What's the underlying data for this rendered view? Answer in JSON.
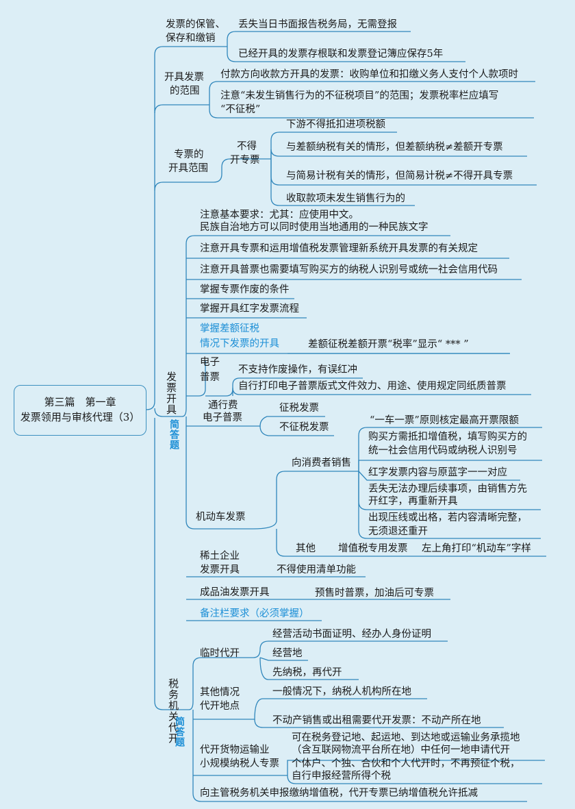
{
  "root": {
    "line1": "第三篇　第一章",
    "line2": "发票领用与审核代理（3）"
  },
  "n1": {
    "label": [
      "发票的保管、",
      "保存和缴销"
    ],
    "items": [
      "丢失当日书面报告税务局，无需登报",
      "已经开具的发票存根联和发票登记簿应保存5年"
    ]
  },
  "n2": {
    "label": [
      "开具发票",
      "的范围"
    ],
    "items": [
      "付款方向收款方开具的发票：收购单位和扣缴义务人支付个人款项时",
      "注意“未发生销售行为的不征税项目”的范围；发票税率栏应填写",
      "“不征税”"
    ]
  },
  "n3": {
    "label": [
      "专票的",
      "开具范围"
    ],
    "sub": [
      "不得",
      "开专票"
    ],
    "items": [
      "下游不得抵扣进项税额",
      "与差额纳税有关的情形，但差额纳税≠差额开专票",
      "与简易计税有关的情形，但简易计税≠不得开具专票",
      "收取款项未发生销售行为的"
    ]
  },
  "n4": {
    "label": "发票开具",
    "badge": "简答题",
    "req": [
      "注意基本要求：尤其：应使用中文。",
      "民族自治地方可以同时使用当地通用的一种民族文字"
    ],
    "i1": "注意开具专票和运用增值税发票管理新系统开具发票的有关规定",
    "i2": "注意开具普票也需要填写购买方的纳税人识别号或统一社会信用代码",
    "i3": "掌握专票作废的条件",
    "i4": "掌握开具红字发票流程",
    "diff": {
      "label": [
        "掌握差额征税",
        "情况下发票的开具"
      ],
      "item": "差额征税差额开票“税率”显示“ *** ”"
    },
    "einv": {
      "label": [
        "电子",
        "普票"
      ],
      "items": [
        "不支持作废操作，有误红冲",
        "自行打印电子普票版式文件效力、用途、使用规定同纸质普票"
      ]
    },
    "toll": {
      "label": [
        "通行费",
        "电子普票"
      ],
      "items": [
        "征税发票",
        "不征税发票"
      ]
    },
    "motor": {
      "label": "机动车发票",
      "consumer": "向消费者销售",
      "citems": [
        "“一车一票”原则核定最高开票限额",
        "购买方需抵扣增值税，填写购买方的",
        "统一社会信用代码或纳税人识别号",
        "红字发票内容与原蓝字一一对应",
        "丢失无法办理后续事项，由销售方先",
        "开红字，再重新开具",
        "出现压线或出格，若内容清晰完整，",
        "无须退还重开"
      ],
      "other": "其他",
      "oitems": [
        "增值税专用发票",
        "左上角打印“机动车”字样"
      ]
    },
    "rare": {
      "label": [
        "稀土企业",
        "发票开具"
      ],
      "item": "不得使用清单功能"
    },
    "oil": {
      "label": "成品油发票开具",
      "item": "预售时普票，加油后可专票"
    },
    "remark": "备注栏要求（必须掌握）"
  },
  "n5": {
    "label": "税务机关代开",
    "badge": "简答题",
    "temp": {
      "label": "临时代开",
      "items": [
        "经营活动书面证明、经办人身份证明",
        "经营地",
        "先纳税，再代开"
      ]
    },
    "place": {
      "label": [
        "其他情况",
        "代开地点"
      ],
      "items": [
        "一般情况下，纳税人机构所在地",
        "不动产销售或出租需要代开发票：不动产所在地"
      ]
    },
    "cargo": {
      "label": [
        "代开货物运输业",
        "小规模纳税人专票"
      ],
      "items": [
        "可在税务登记地、起运地、到达地或运输业务承揽地",
        "（含互联网物流平台所在地）中任何一地申请代开",
        "个体户、个独、合伙和个人代开时，不再预征个税，",
        "自行申报经营所得个税"
      ]
    },
    "last": "向主管税务机关申报缴纳增值税，代开专票已纳增值税允许抵减"
  }
}
